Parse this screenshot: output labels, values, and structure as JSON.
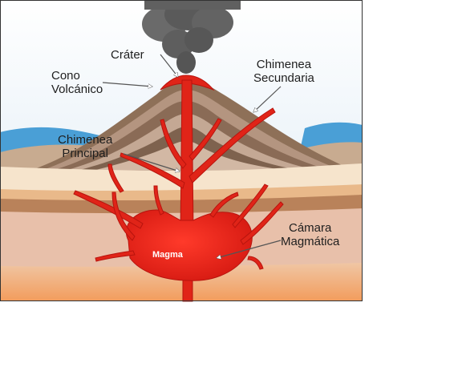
{
  "labels": {
    "crater": "Cráter",
    "cono_line1": "Cono",
    "cono_line2": "Volcánico",
    "chimenea_sec_line1": "Chimenea",
    "chimenea_sec_line2": "Secundaria",
    "chimenea_pri_line1": "Chimenea",
    "chimenea_pri_line2": "Principal",
    "camara_line1": "Cámara",
    "camara_line2": "Magmática",
    "magma": "Magma"
  },
  "colors": {
    "magma": "#e8261c",
    "magma_dark": "#b8140e",
    "sky_water": "#4a9fd6",
    "smoke": "#5e5e5e",
    "cone_brown": "#9a7a62",
    "layer_cream": "#f6e4cc",
    "layer_tan": "#e9b98a",
    "layer_brown": "#b9825a",
    "layer_pink": "#e8c0aa",
    "layer_orange": "#f0b07a"
  }
}
